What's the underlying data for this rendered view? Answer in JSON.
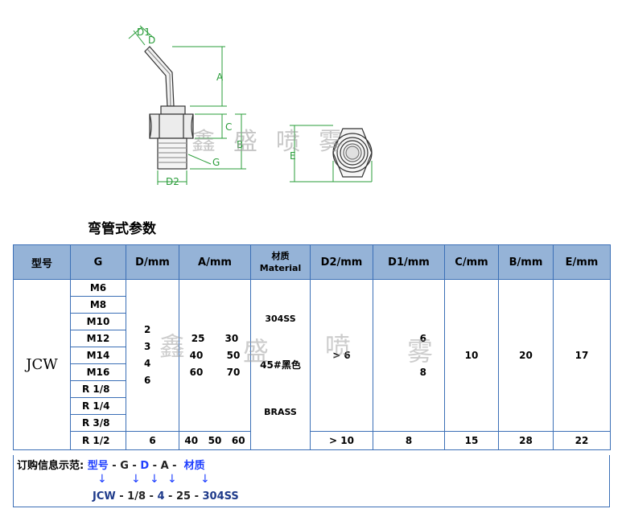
{
  "drawing": {
    "dim_labels": {
      "d1": "D1",
      "d": "D",
      "a": "A",
      "c": "C",
      "b": "B",
      "g": "G",
      "d2": "D2",
      "e": "E"
    },
    "watermark": [
      "鑫",
      "盛",
      "喷",
      "雾"
    ]
  },
  "section_title": "弯管式参数",
  "table": {
    "headers": {
      "model": "型号",
      "g": "G",
      "d": "D/mm",
      "a": "A/mm",
      "material_cn": "材质",
      "material_en": "Material",
      "d2": "D2/mm",
      "d1": "D1/mm",
      "c": "C/mm",
      "b": "B/mm",
      "e": "E/mm"
    },
    "model": "JCW",
    "g_values": [
      "M6",
      "M8",
      "M10",
      "M12",
      "M14",
      "M16",
      "R  1/8",
      "R  1/4",
      "R  3/8"
    ],
    "d_values": [
      "2",
      "3",
      "4",
      "6"
    ],
    "a_values": [
      [
        "25",
        "30"
      ],
      [
        "40",
        "50"
      ],
      [
        "60",
        "70"
      ]
    ],
    "materials": [
      "304SS",
      "45#黑色",
      "BRASS"
    ],
    "d2_value": "> 6",
    "d1_values": [
      "6",
      "8"
    ],
    "c_value": "10",
    "b_value": "20",
    "e_value": "17",
    "last_row": {
      "g": "R  1/2",
      "d": "6",
      "a": "40   50   60",
      "d2": "> 10",
      "d1": "8",
      "c": "15",
      "b": "28",
      "e": "22"
    },
    "watermark": [
      "鑫",
      "盛",
      "喷",
      "雾"
    ]
  },
  "order_example": {
    "prefix": "订购信息示范:",
    "pattern": [
      {
        "text": "型号",
        "color": "blue"
      },
      {
        "text": " - ",
        "color": "dark"
      },
      {
        "text": "G",
        "color": "dark"
      },
      {
        "text": " - ",
        "color": "dark"
      },
      {
        "text": "D",
        "color": "blue"
      },
      {
        "text": " - ",
        "color": "dark"
      },
      {
        "text": "A",
        "color": "dark"
      },
      {
        "text": " -  ",
        "color": "dark"
      },
      {
        "text": "材质",
        "color": "blue"
      }
    ],
    "arrow": "↓",
    "example": [
      {
        "text": "JCW",
        "color": "navy"
      },
      {
        "text": " - ",
        "color": "dark"
      },
      {
        "text": "1/8",
        "color": "dark"
      },
      {
        "text": " - ",
        "color": "dark"
      },
      {
        "text": "4",
        "color": "navy"
      },
      {
        "text": " - ",
        "color": "dark"
      },
      {
        "text": "25",
        "color": "dark"
      },
      {
        "text": " - ",
        "color": "dark"
      },
      {
        "text": "304SS",
        "color": "navy"
      }
    ]
  }
}
